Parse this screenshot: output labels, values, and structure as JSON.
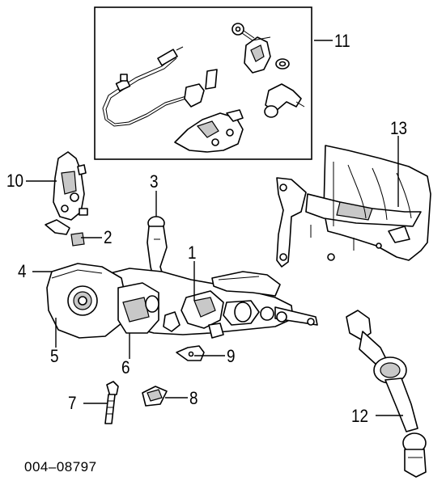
{
  "diagram_id": "004–08797",
  "callouts": {
    "c1": "1",
    "c2": "2",
    "c3": "3",
    "c4": "4",
    "c5": "5",
    "c6": "6",
    "c7": "7",
    "c8": "8",
    "c9": "9",
    "c10": "10",
    "c11": "11",
    "c12": "12",
    "c13": "13"
  }
}
